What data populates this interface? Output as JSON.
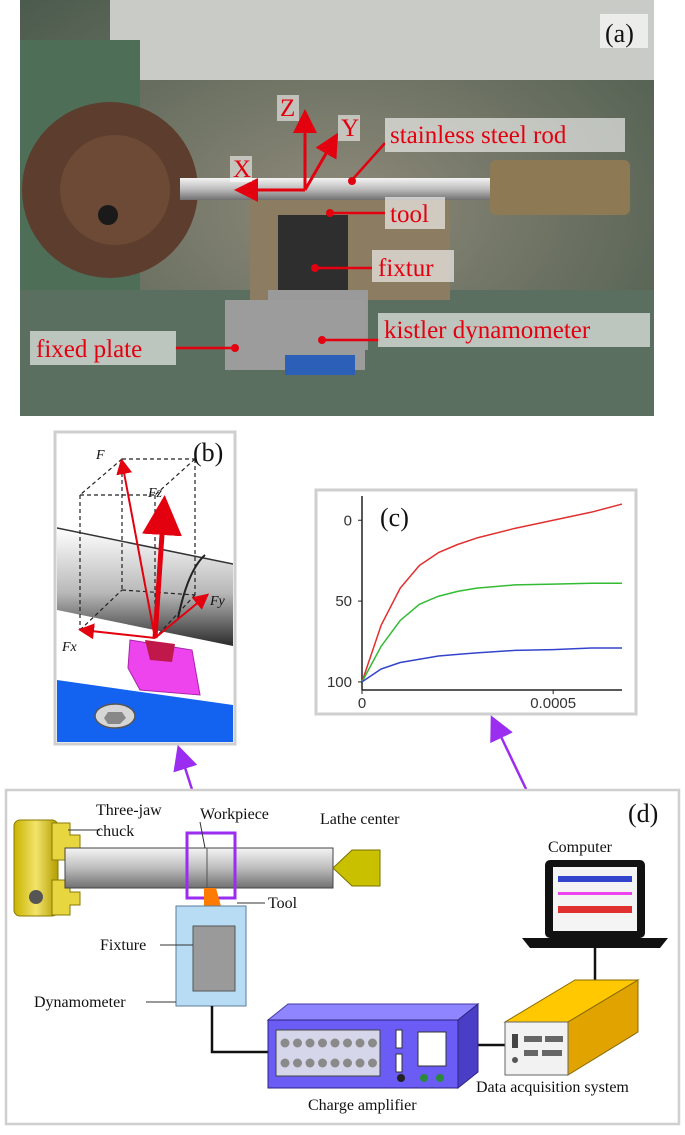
{
  "colors": {
    "label_red": "#e3000f",
    "arrow_purple": "#9a2df0",
    "tool_magenta": "#ee44ee",
    "base_blue": "#1463f0"
  },
  "panel_a": {
    "panel_label": "(a)",
    "axes": [
      "Z",
      "Y",
      "X"
    ],
    "labels": [
      "stainless steel rod",
      "tool",
      "fixtur",
      "kistler dynamometer",
      "fixed plate"
    ]
  },
  "panel_b": {
    "panel_label": "(b)",
    "forces": [
      "F",
      "Fz",
      "Fy",
      "Fx"
    ]
  },
  "panel_c": {
    "panel_label": "(c)",
    "y_ticks": [
      "100",
      "50",
      "0"
    ],
    "x_ticks": [
      "0",
      "0.0005"
    ]
  },
  "panel_d": {
    "panel_label": "(d)",
    "labels": {
      "chuck_line1": "Three-jaw",
      "chuck_line2": "chuck",
      "workpiece": "Workpiece",
      "lathe_center": "Lathe center",
      "tool": "Tool",
      "fixture": "Fixture",
      "dynamometer": "Dynamometer",
      "computer": "Computer",
      "charge_amplifier": "Charge amplifier",
      "daq": "Data acquisition system"
    }
  },
  "chart_data": {
    "type": "line",
    "title": "",
    "xlabel": "",
    "ylabel": "",
    "xlim": [
      0,
      0.00068
    ],
    "ylim": [
      -5,
      115
    ],
    "x_ticks": [
      0,
      0.0005
    ],
    "y_ticks": [
      0,
      50,
      100
    ],
    "grid": false,
    "x": [
      0,
      5e-05,
      0.0001,
      0.00015,
      0.0002,
      0.00025,
      0.0003,
      0.0004,
      0.0005,
      0.0006,
      0.00068
    ],
    "series": [
      {
        "color": "#e03030",
        "values": [
          0,
          35,
          58,
          72,
          80,
          85,
          89,
          95,
          100,
          105,
          110
        ]
      },
      {
        "color": "#33bb33",
        "values": [
          0,
          22,
          38,
          48,
          53,
          56,
          58,
          60,
          60.5,
          61,
          61
        ]
      },
      {
        "color": "#3344cc",
        "values": [
          0,
          8,
          12,
          14,
          16,
          17,
          18,
          19.5,
          20,
          21,
          21
        ]
      }
    ]
  }
}
